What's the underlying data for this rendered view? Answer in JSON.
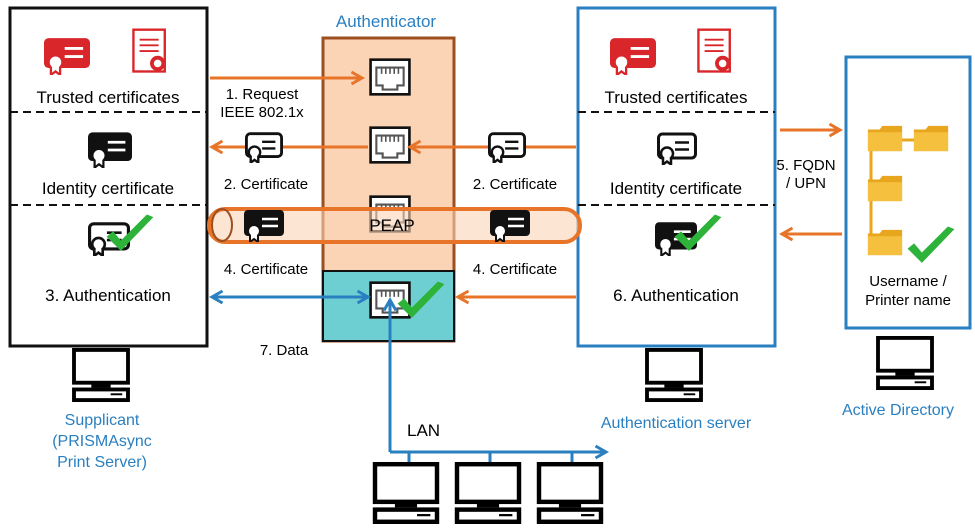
{
  "authenticator": {
    "title": "Authenticator"
  },
  "supplicant": {
    "trusted": "Trusted certificates",
    "identity": "Identity certificate",
    "auth": "3. Authentication",
    "caption": [
      "Supplicant",
      "(PRISMAsync",
      "Print Server)"
    ]
  },
  "auth_server": {
    "trusted": "Trusted certificates",
    "identity": "Identity certificate",
    "auth": "6. Authentication",
    "caption": "Authentication server"
  },
  "active_directory": {
    "user_label": [
      "Username /",
      "Printer name"
    ],
    "caption": "Active Directory"
  },
  "flows": {
    "request": [
      "1. Request",
      "IEEE 802.1x"
    ],
    "cert_left": "2. Certificate",
    "cert_right": "2. Certificate",
    "peap": "PEAP",
    "cert4_left": "4. Certificate",
    "cert4_right": "4. Certificate",
    "fqdn": [
      "5. FQDN",
      "/ UPN"
    ],
    "data": "7. Data",
    "lan": "LAN"
  },
  "colors": {
    "orange": "#e8742a",
    "blue": "#2a7fc0",
    "red": "#d9262b",
    "teal": "#6dcfd1",
    "peach": "#fbd3b5",
    "green": "#2eb33a"
  },
  "icons": [
    "certificate-red-icon",
    "diploma-icon",
    "certificate-black-icon",
    "check-icon",
    "ethernet-port-icon",
    "folder-icon",
    "computer-icon"
  ]
}
